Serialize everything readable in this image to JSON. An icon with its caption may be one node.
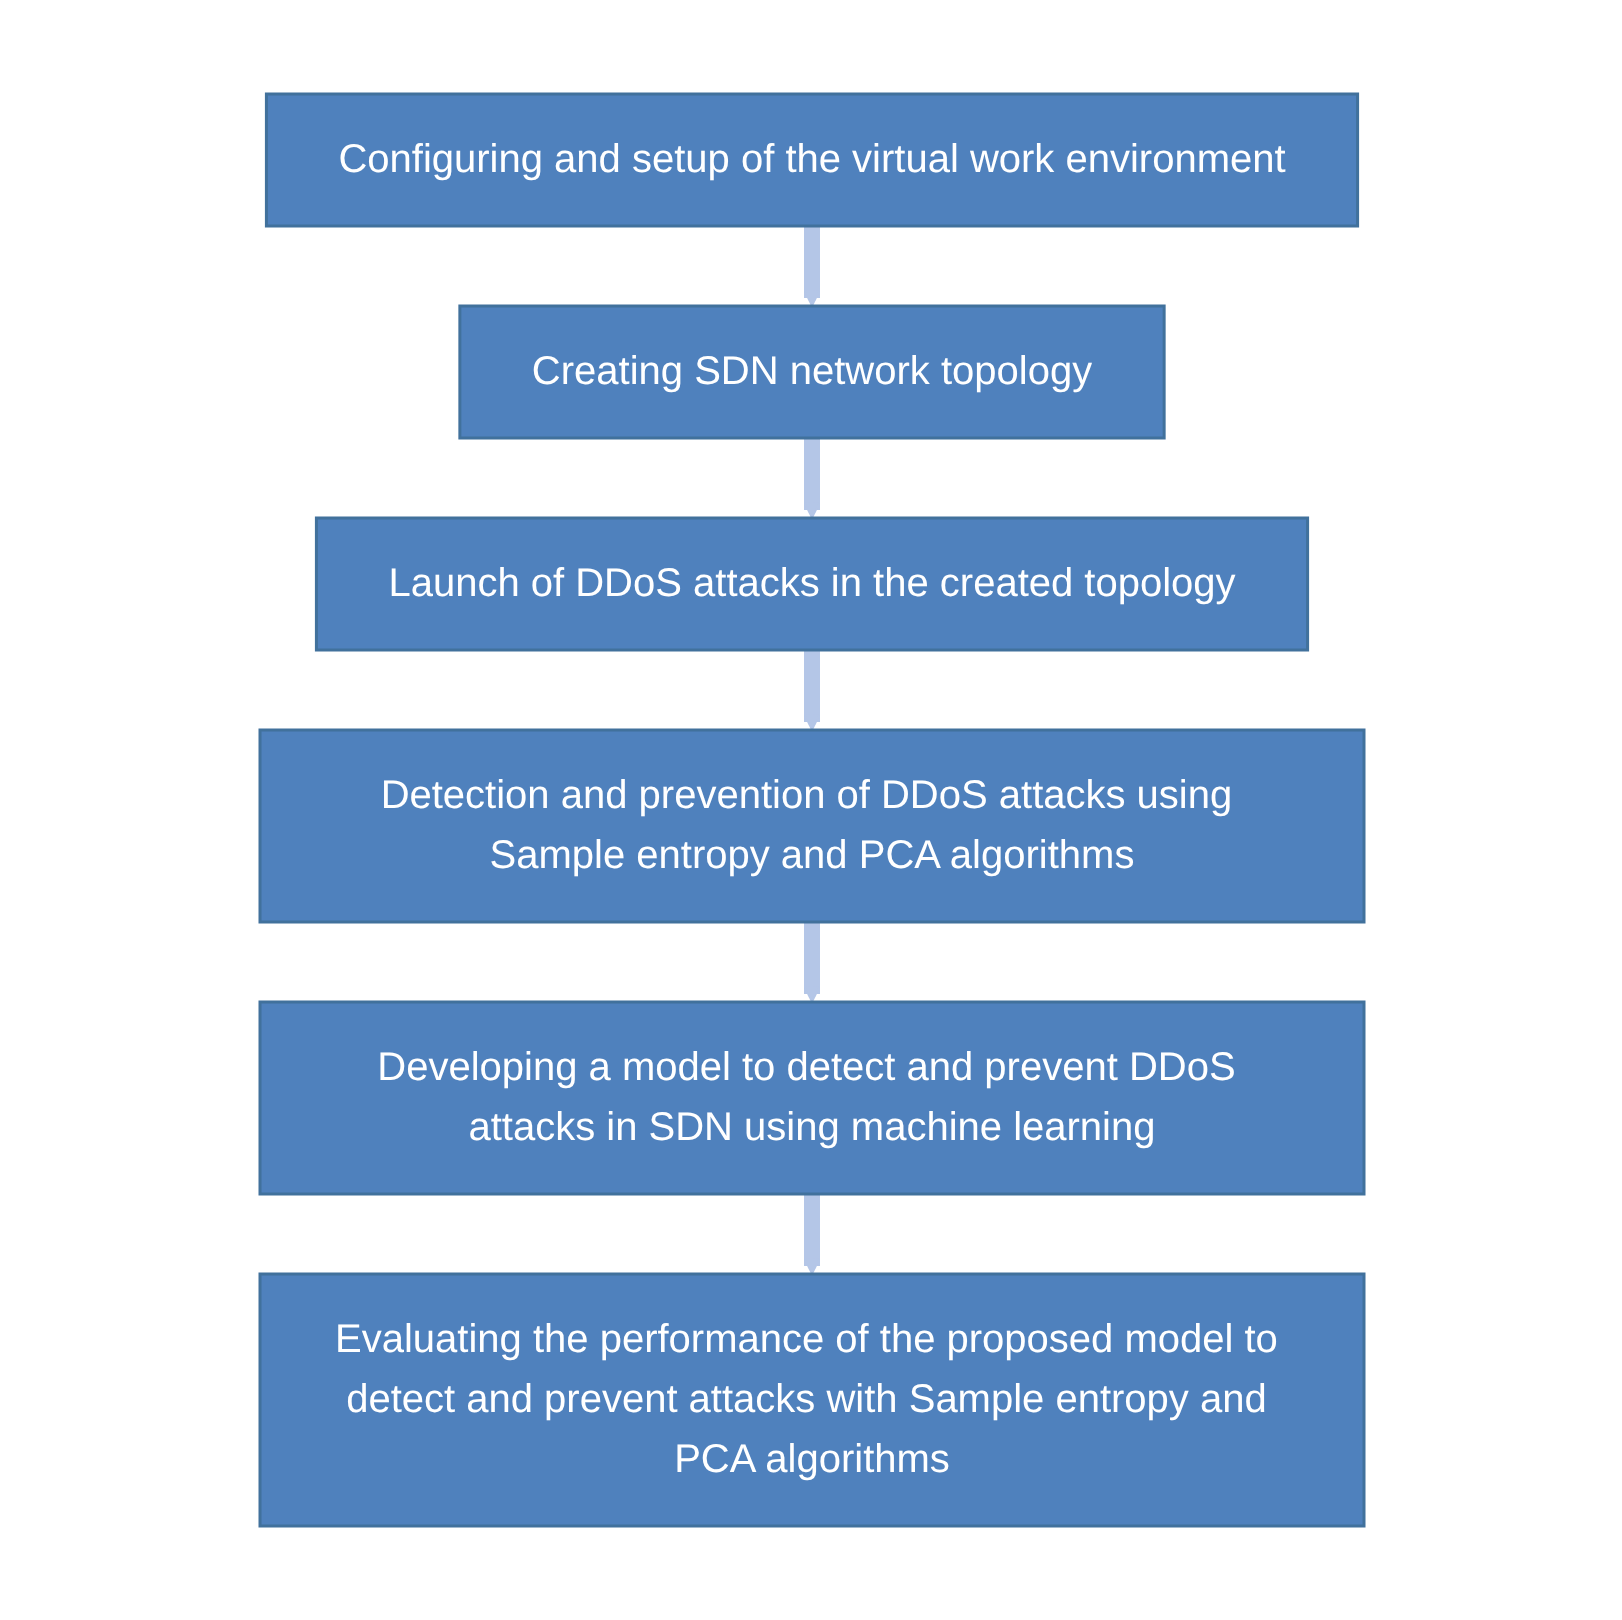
{
  "diagram": {
    "nodes": [
      {
        "text": [
          "Configuring and setup of the virtual work environment"
        ]
      },
      {
        "text": [
          "Creating SDN network topology"
        ]
      },
      {
        "text": [
          "Launch of DDoS attacks in the created topology"
        ]
      },
      {
        "text": [
          "Detection and prevention of DDoS attacks using Sample entropy and PCA algorithms"
        ]
      },
      {
        "text": [
          "Developing a model to detect and prevent DDoS attacks in SDN using machine learning"
        ]
      },
      {
        "text": [
          "Evaluating the performance of the proposed model to detect and prevent attacks with Sample entropy and PCA algorithms"
        ]
      }
    ],
    "edges": [
      {
        "from": 0,
        "to": 1,
        "arrow": "to"
      },
      {
        "from": 1,
        "to": 2,
        "arrow": "to"
      },
      {
        "from": 2,
        "to": 3,
        "arrow": "to"
      },
      {
        "from": 3,
        "to": 4,
        "arrow": "to"
      },
      {
        "from": 4,
        "to": 5,
        "arrow": "to"
      }
    ]
  }
}
